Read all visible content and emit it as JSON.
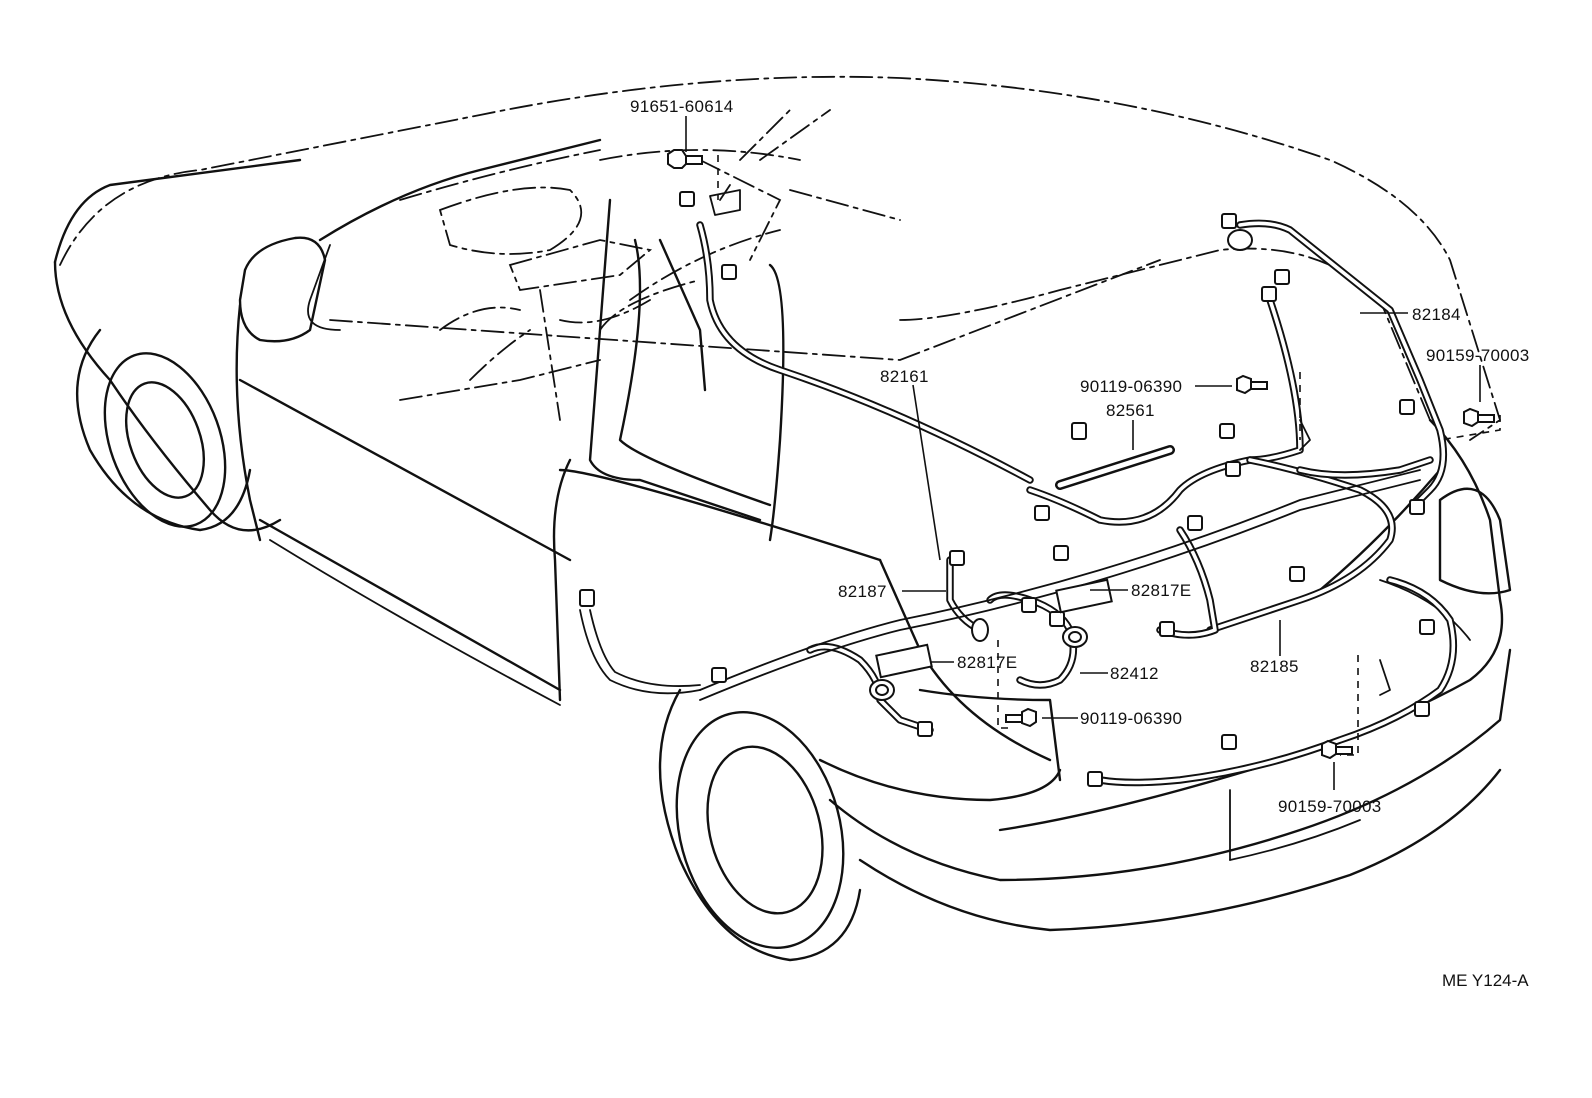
{
  "callouts": {
    "p91651_60614": "91651-60614",
    "p82184": "82184",
    "p90159_70003_top": "90159-70003",
    "p82161": "82161",
    "p90119_06390_top": "90119-06390",
    "p82561": "82561",
    "p82187": "82187",
    "p82817E_right": "82817E",
    "p82817E_left": "82817E",
    "p82412": "82412",
    "p82185": "82185",
    "p90119_06390_bottom": "90119-06390",
    "p90159_70003_bottom": "90159-70003"
  },
  "drawing_code": "ME Y124-A",
  "icons": {
    "bolt": "bolt-icon",
    "clamp": "clamp-icon",
    "connector": "connector-icon",
    "grommet": "grommet-icon"
  }
}
